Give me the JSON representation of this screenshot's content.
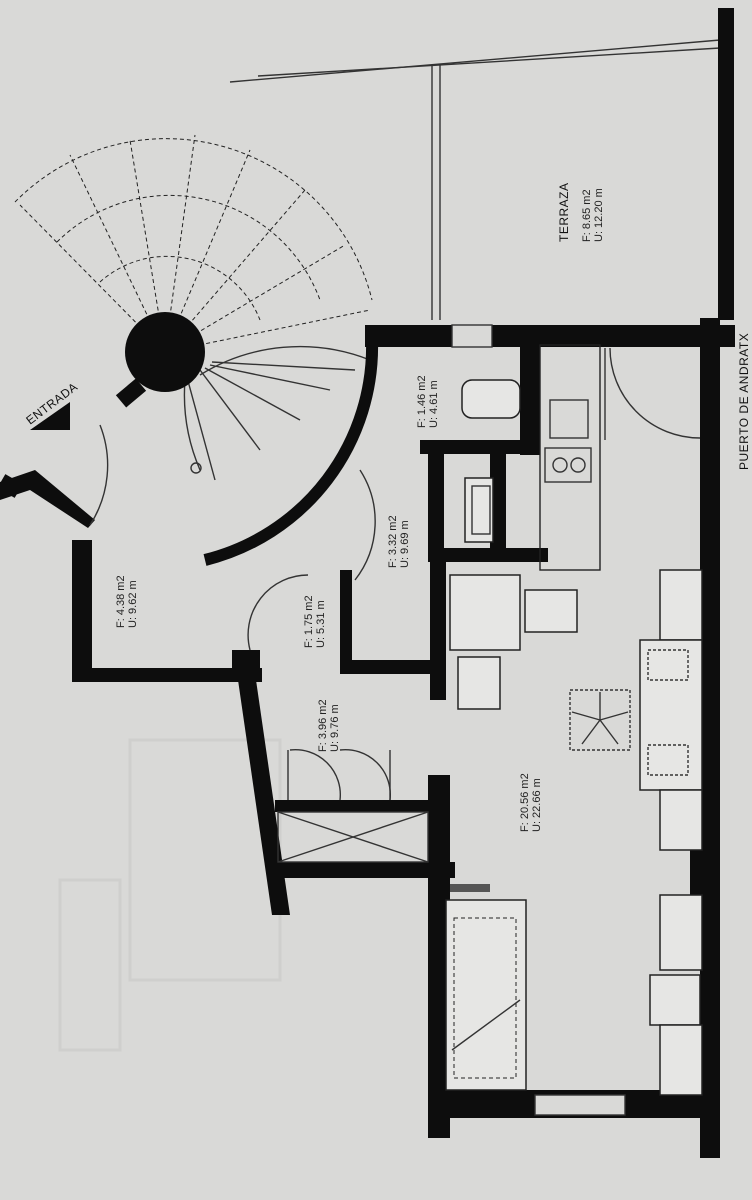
{
  "entrance_label": "ENTRADA",
  "street_label": "PUERTO DE ANDRATX",
  "rooms": [
    {
      "id": "entrada",
      "area": "F: 4.38 m2",
      "perimeter": "U: 9.62 m"
    },
    {
      "id": "hall",
      "area": "F: 1.75 m2",
      "perimeter": "U: 5.31 m"
    },
    {
      "id": "bath",
      "area": "F: 3.32 m2",
      "perimeter": "U: 9.69 m"
    },
    {
      "id": "wc",
      "area": "F: 1.46 m2",
      "perimeter": "U: 4.61 m"
    },
    {
      "id": "closet",
      "area": "F: 3.96 m2",
      "perimeter": "U: 9.76 m"
    },
    {
      "id": "living",
      "area": "F: 20.56 m2",
      "perimeter": "U: 22.66 m"
    },
    {
      "id": "terrace",
      "name": "TERRAZA",
      "area": "F: 8.65 m2",
      "perimeter": "U: 12.20 m"
    }
  ],
  "colors": {
    "paper": "#d9d9d7",
    "wall": "#0d0d0d",
    "line": "#333333"
  }
}
